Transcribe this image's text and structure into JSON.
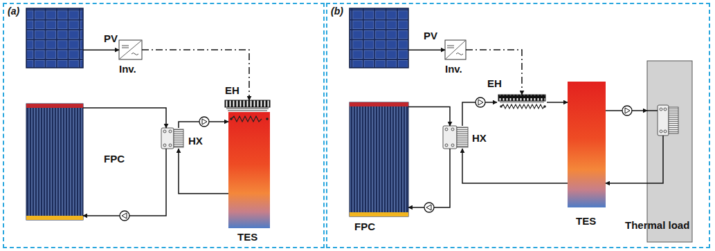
{
  "diagram": {
    "nodes": [
      {
        "text": [
          "(a)"
        ]
      },
      {
        "text": [
          "PV"
        ],
        "in": 0
      },
      {
        "text": [
          "Inv."
        ],
        "in": 0
      },
      {
        "text": [
          "EH"
        ],
        "in": 0
      },
      {
        "text": [
          "FPC"
        ],
        "in": 0
      },
      {
        "text": [
          "HX"
        ],
        "in": 0
      },
      {
        "text": [
          "TES"
        ],
        "in": 0
      },
      {
        "text": [
          "(b)"
        ]
      },
      {
        "text": [
          "PV"
        ],
        "in": 7
      },
      {
        "text": [
          "Inv."
        ],
        "in": 7
      },
      {
        "text": [
          "EH"
        ],
        "in": 7
      },
      {
        "text": [
          "FPC"
        ],
        "in": 7
      },
      {
        "text": [
          "HX"
        ],
        "in": 7
      },
      {
        "text": [
          "TES"
        ],
        "in": 7
      },
      {
        "text": [
          "Thermal load"
        ],
        "in": 7
      }
    ],
    "edges": [
      {
        "from": 1,
        "to": 2,
        "arrow": "to"
      },
      {
        "from": 2,
        "to": 3,
        "arrow": "to"
      },
      {
        "from": 4,
        "to": 5,
        "arrow": "to"
      },
      {
        "from": 5,
        "to": 4,
        "arrow": "to"
      },
      {
        "from": 5,
        "to": 6,
        "arrow": "to"
      },
      {
        "from": 6,
        "to": 5,
        "arrow": "to"
      },
      {
        "from": 8,
        "to": 9,
        "arrow": "to"
      },
      {
        "from": 9,
        "to": 10,
        "arrow": "to"
      },
      {
        "from": 11,
        "to": 12,
        "arrow": "to"
      },
      {
        "from": 12,
        "to": 11,
        "arrow": "to"
      },
      {
        "from": 12,
        "to": 10,
        "arrow": "to"
      },
      {
        "from": 10,
        "to": 13,
        "arrow": "to"
      },
      {
        "from": 13,
        "to": 14,
        "arrow": "to"
      },
      {
        "from": 14,
        "to": 13,
        "arrow": "to"
      },
      {
        "from": 13,
        "to": 12,
        "arrow": "to"
      }
    ]
  }
}
